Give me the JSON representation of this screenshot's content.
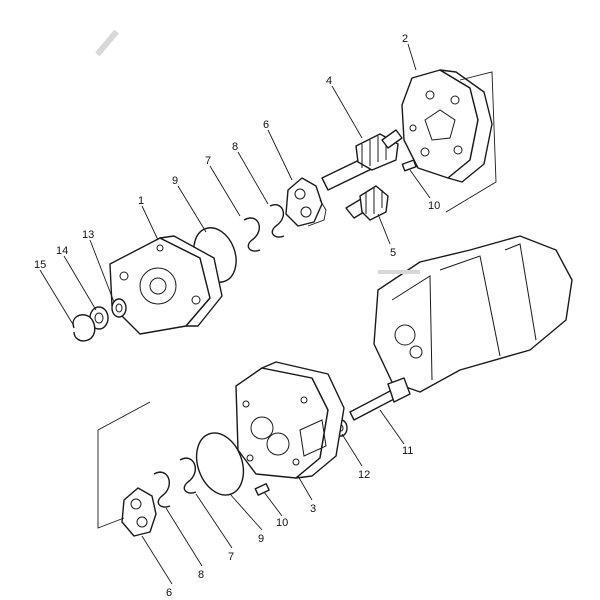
{
  "diagram": {
    "callouts": [
      "1",
      "2",
      "3",
      "4",
      "5",
      "6",
      "7",
      "8",
      "9",
      "10",
      "11",
      "12",
      "13",
      "14",
      "15"
    ],
    "labels": {
      "c2": "2",
      "c4": "4",
      "c6_top": "6",
      "c8_top": "8",
      "c7_top": "7",
      "c9_top": "9",
      "c1": "1",
      "c10_top": "10",
      "c5": "5",
      "c13": "13",
      "c14": "14",
      "c15": "15",
      "c11": "11",
      "c12": "12",
      "c3": "3",
      "c10_bot": "10",
      "c9_bot": "9",
      "c7_bot": "7",
      "c8_bot": "8",
      "c6_bot": "6"
    }
  },
  "colors": {
    "line": "#1a1a1a",
    "background": "#ffffff"
  }
}
